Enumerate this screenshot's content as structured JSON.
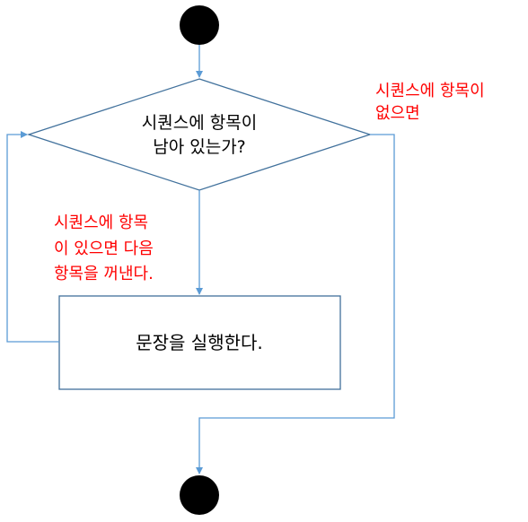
{
  "diagram": {
    "type": "flowchart",
    "decision": {
      "line1": "시퀀스에 항목이",
      "line2": "남아 있는가?"
    },
    "process": {
      "label": "문장을 실행한다."
    },
    "annotation_exit": {
      "line1": "시퀀스에 항목이",
      "line2": "없으면"
    },
    "annotation_next": {
      "line1": "시퀀스에 항목",
      "line2": "이 있으면 다음",
      "line3": "항목을 꺼낸다."
    },
    "colors": {
      "node_fill": "#ffffff",
      "node_stroke": "#41719c",
      "edge": "#5b9bd5",
      "terminal": "#000000",
      "annotation": "#ff0000"
    }
  }
}
